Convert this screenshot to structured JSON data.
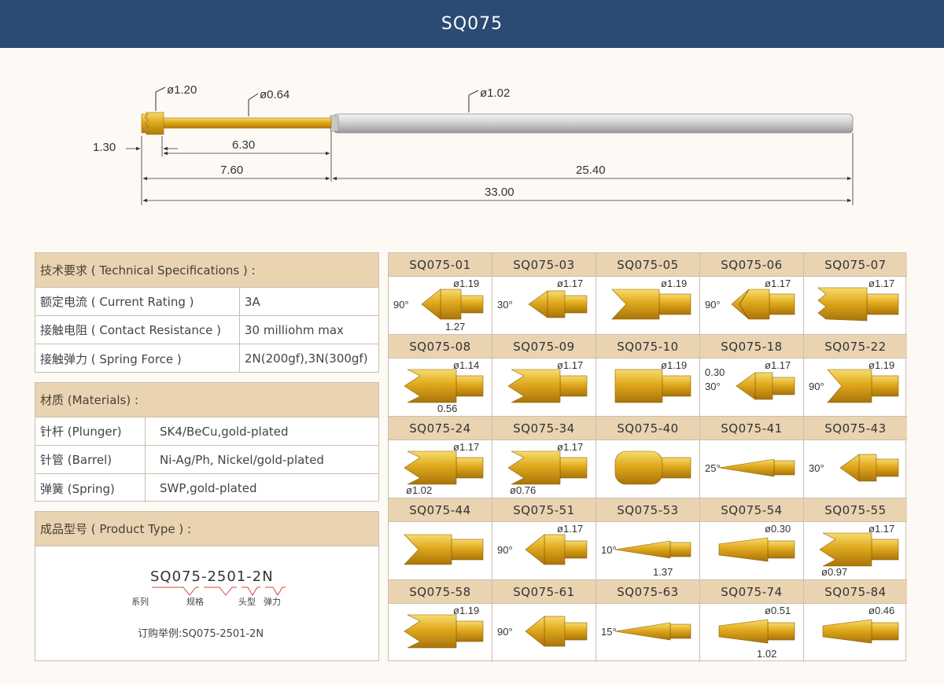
{
  "header": {
    "title": "SQ075"
  },
  "drawing": {
    "dims": {
      "d_head": "ø1.20",
      "d_plunger": "ø0.64",
      "d_barrel": "ø1.02",
      "head_len": "1.30",
      "plunger_len": "6.30",
      "exposed_len": "7.60",
      "barrel_len": "25.40",
      "total_len": "33.00"
    }
  },
  "tech_specs": {
    "title": "技术要求 ( Technical Specifications ) :",
    "rows": [
      {
        "label": "额定电流 ( Current Rating )",
        "value": "3A"
      },
      {
        "label": "接触电阻 ( Contact Resistance )",
        "value": "30 milliohm max"
      },
      {
        "label": "接触弹力 ( Spring Force )",
        "value": "2N(200gf),3N(300gf)"
      }
    ]
  },
  "materials": {
    "title": "材质 (Materials) :",
    "rows": [
      {
        "label": "针杆 (Plunger)",
        "value": "SK4/BeCu,gold-plated"
      },
      {
        "label": "针管 (Barrel)",
        "value": "Ni-Ag/Ph, Nickel/gold-plated"
      },
      {
        "label": "弹簧 (Spring)",
        "value": "SWP,gold-plated"
      }
    ]
  },
  "product_type": {
    "title": "成品型号 ( Product Type ) :",
    "code": "SQ075-2501-2N",
    "parts": [
      "系列",
      "规格",
      "头型",
      "弹力"
    ],
    "example": "订购举例:SQ075-2501-2N"
  },
  "probes": [
    {
      "name": "SQ075-01",
      "tip": "cone90",
      "dims": [
        "ø1.19",
        "90°",
        "1.27"
      ]
    },
    {
      "name": "SQ075-03",
      "tip": "cone30",
      "dims": [
        "ø1.17",
        "30°"
      ]
    },
    {
      "name": "SQ075-05",
      "tip": "vee",
      "dims": [
        "ø1.19"
      ]
    },
    {
      "name": "SQ075-06",
      "tip": "star90",
      "dims": [
        "ø1.17",
        "90°"
      ]
    },
    {
      "name": "SQ075-07",
      "tip": "serrated",
      "dims": [
        "ø1.17"
      ]
    },
    {
      "name": "SQ075-08",
      "tip": "crown3",
      "dims": [
        "ø1.14",
        "0.56"
      ]
    },
    {
      "name": "SQ075-09",
      "tip": "crown4",
      "dims": [
        "ø1.17"
      ]
    },
    {
      "name": "SQ075-10",
      "tip": "flat",
      "dims": [
        "ø1.19"
      ]
    },
    {
      "name": "SQ075-18",
      "tip": "cone30b",
      "dims": [
        "ø1.17",
        "0.30",
        "30°"
      ]
    },
    {
      "name": "SQ075-22",
      "tip": "cup90",
      "dims": [
        "ø1.19",
        "90°"
      ]
    },
    {
      "name": "SQ075-24",
      "tip": "crownbig",
      "dims": [
        "ø1.17",
        "ø1.02"
      ]
    },
    {
      "name": "SQ075-34",
      "tip": "crownbig2",
      "dims": [
        "ø1.17",
        "ø0.76"
      ]
    },
    {
      "name": "SQ075-40",
      "tip": "round",
      "dims": []
    },
    {
      "name": "SQ075-41",
      "tip": "needle25",
      "dims": [
        "25°"
      ]
    },
    {
      "name": "SQ075-43",
      "tip": "cone30c",
      "dims": [
        "30°"
      ]
    },
    {
      "name": "SQ075-44",
      "tip": "vee2",
      "dims": []
    },
    {
      "name": "SQ075-51",
      "tip": "cone90b",
      "dims": [
        "ø1.17",
        "90°"
      ]
    },
    {
      "name": "SQ075-53",
      "tip": "needle10",
      "dims": [
        "10°",
        "1.37"
      ]
    },
    {
      "name": "SQ075-54",
      "tip": "taper",
      "dims": [
        "ø0.30"
      ]
    },
    {
      "name": "SQ075-55",
      "tip": "crown5",
      "dims": [
        "ø1.17",
        "ø0.97"
      ]
    },
    {
      "name": "SQ075-58",
      "tip": "crownbig3",
      "dims": [
        "ø1.19"
      ]
    },
    {
      "name": "SQ075-61",
      "tip": "cone90c",
      "dims": [
        "90°"
      ]
    },
    {
      "name": "SQ075-63",
      "tip": "lens15",
      "dims": [
        "15°"
      ]
    },
    {
      "name": "SQ075-74",
      "tip": "thin",
      "dims": [
        "ø0.51",
        "1.02"
      ]
    },
    {
      "name": "SQ075-84",
      "tip": "thin2",
      "dims": [
        "ø0.46"
      ]
    }
  ],
  "colors": {
    "header": "#2b4a74",
    "gold": "#e0a81c",
    "panel_head": "#e9d3b1",
    "border": "#c9bfae"
  }
}
